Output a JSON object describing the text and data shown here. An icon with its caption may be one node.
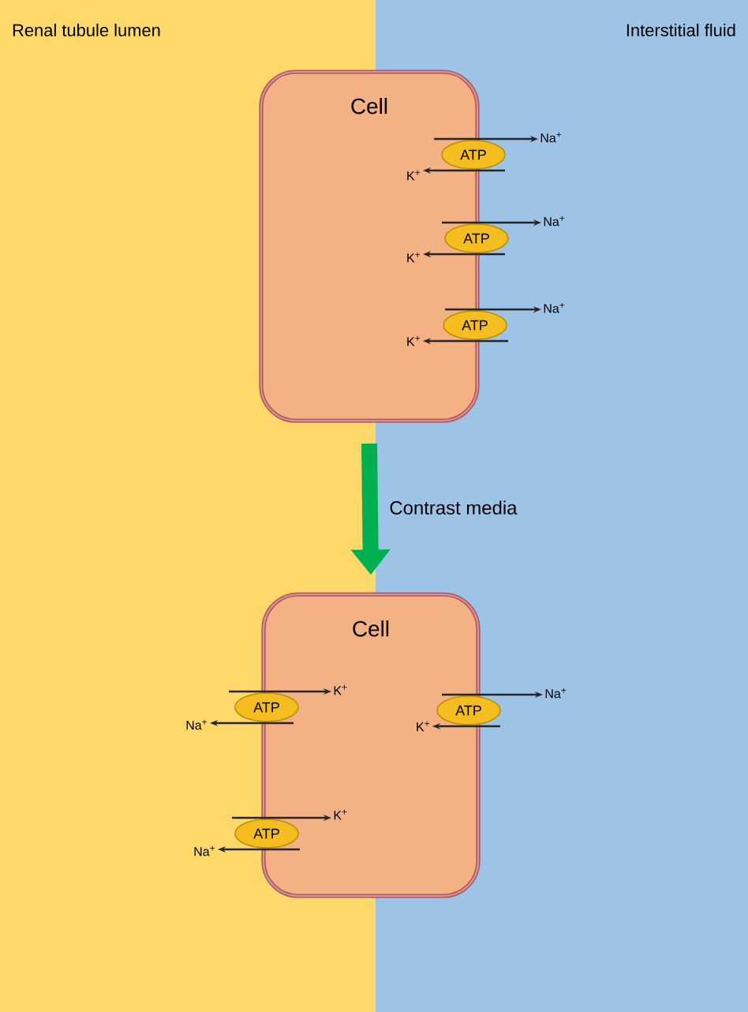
{
  "diagram": {
    "nodes": [
      {
        "text": [
          "Cell"
        ]
      },
      {
        "text": [
          "ATP"
        ]
      },
      {
        "text": [
          "ATP"
        ]
      },
      {
        "text": [
          "ATP"
        ]
      },
      {
        "text": [
          "Na$^{+}$"
        ]
      },
      {
        "text": [
          "K$^{+}$"
        ],
        "in": 0
      },
      {
        "text": [
          "Na$^{+}$"
        ]
      },
      {
        "text": [
          "K$^{+}$"
        ],
        "in": 0
      },
      {
        "text": [
          "Na$^{+}$"
        ]
      },
      {
        "text": [
          "K$^{+}$"
        ],
        "in": 0
      },
      {
        "text": [
          "Cell"
        ]
      },
      {
        "text": [
          "ATP"
        ]
      },
      {
        "text": [
          "ATP"
        ]
      },
      {
        "text": [
          "ATP"
        ]
      },
      {
        "text": [
          "K$^{+}$"
        ],
        "in": 10
      },
      {
        "text": [
          "Na$^{+}$"
        ]
      },
      {
        "text": [
          "Na$^{+}$"
        ]
      },
      {
        "text": [
          "K$^{+}$"
        ],
        "in": 10
      },
      {
        "text": [
          "K$^{+}$"
        ],
        "in": 10
      },
      {
        "text": [
          "Na$^{+}$"
        ]
      }
    ],
    "edges": [
      {
        "from": 1,
        "to": 4,
        "arrow": "to"
      },
      {
        "from": 1,
        "to": 5,
        "arrow": "to"
      },
      {
        "from": 2,
        "to": 6,
        "arrow": "to"
      },
      {
        "from": 2,
        "to": 7,
        "arrow": "to"
      },
      {
        "from": 3,
        "to": 8,
        "arrow": "to"
      },
      {
        "from": 3,
        "to": 9,
        "arrow": "to"
      },
      {
        "from": 0,
        "to": 10,
        "arrow": "to",
        "label": "Contrast media",
        "style": "thick",
        "color": "#00b050"
      },
      {
        "from": 11,
        "to": 14,
        "arrow": "to"
      },
      {
        "from": 11,
        "to": 15,
        "arrow": "to"
      },
      {
        "from": 12,
        "to": 16,
        "arrow": "to"
      },
      {
        "from": 12,
        "to": 17,
        "arrow": "to"
      },
      {
        "from": 13,
        "to": 18,
        "arrow": "to"
      },
      {
        "from": 13,
        "to": 19,
        "arrow": "to"
      }
    ],
    "labels": [
      "Renal tubule lumen",
      "Interstitial fluid"
    ]
  }
}
